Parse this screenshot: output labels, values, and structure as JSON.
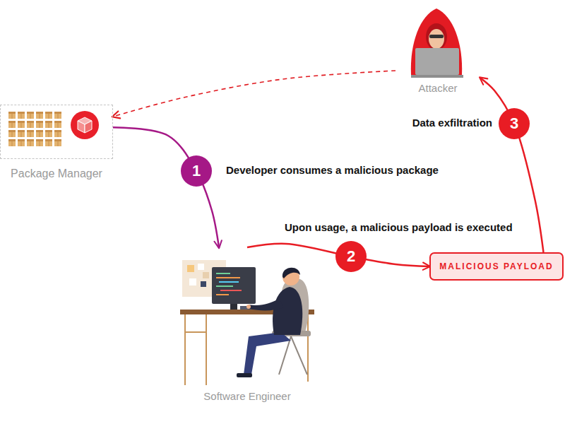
{
  "diagram": {
    "nodes": [
      {
        "text": [
          "Attacker"
        ]
      },
      {
        "text": [
          "Package Manager"
        ]
      },
      {
        "text": [
          "Software Engineer"
        ]
      },
      {
        "text": [
          "MALICIOUS PAYLOAD"
        ]
      }
    ],
    "edges": [
      {
        "from": 0,
        "to": 1,
        "arrow": "to"
      },
      {
        "from": 1,
        "to": 2,
        "label": "1",
        "arrow": "to"
      },
      {
        "from": 2,
        "to": 3,
        "label": "2",
        "arrow": "to"
      },
      {
        "from": 3,
        "to": 0,
        "label": "3",
        "arrow": "to"
      }
    ],
    "labels": [
      "Developer consumes a malicious package",
      "Upon usage, a malicious payload is executed",
      "Data exfiltration"
    ]
  }
}
